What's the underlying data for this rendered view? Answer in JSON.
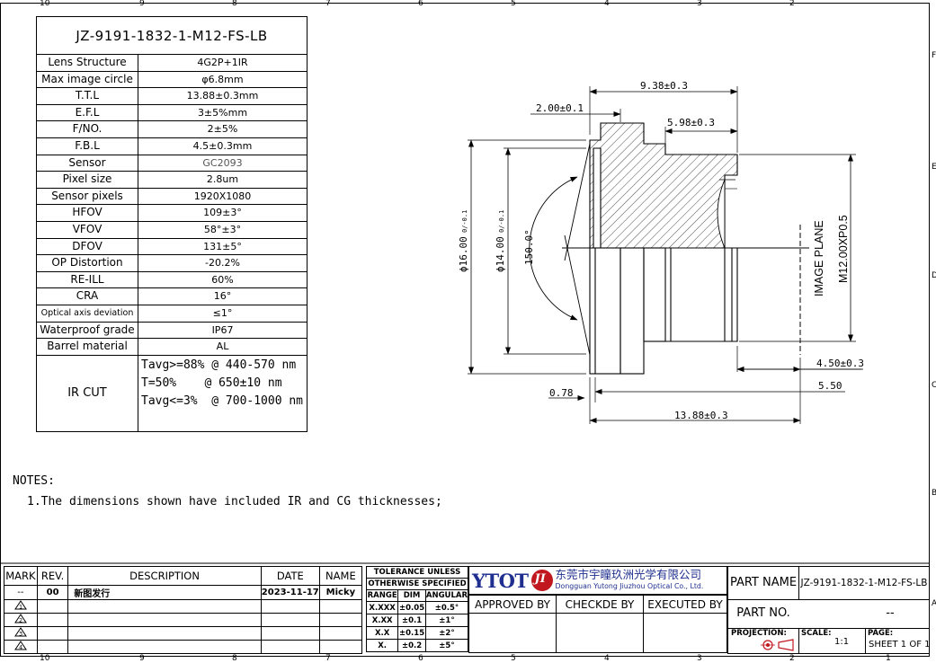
{
  "zone_numbers_top": [
    "10",
    "9",
    "8",
    "7",
    "6",
    "5",
    "4",
    "3",
    "2"
  ],
  "zone_numbers_bottom": [
    "10",
    "9",
    "8",
    "7",
    "6",
    "5",
    "4",
    "3",
    "2",
    "1"
  ],
  "zone_letters": [
    "F",
    "E",
    "D",
    "C",
    "B",
    "A"
  ],
  "spec": {
    "part_title": "JZ-9191-1832-1-M12-FS-LB",
    "rows": [
      {
        "k": "Lens Structure",
        "v": "4G2P+1IR"
      },
      {
        "k": "Max image circle",
        "v": "φ6.8mm"
      },
      {
        "k": "T.T.L",
        "v": "13.88±0.3mm"
      },
      {
        "k": "E.F.L",
        "v": "3±5%mm"
      },
      {
        "k": "F/NO.",
        "v": "2±5%"
      },
      {
        "k": "F.B.L",
        "v": "4.5±0.3mm"
      },
      {
        "k": "Sensor",
        "v": "GC2093"
      },
      {
        "k": "Pixel size",
        "v": "2.8um"
      },
      {
        "k": "Sensor pixels",
        "v": "1920X1080"
      },
      {
        "k": "HFOV",
        "v": "109±3°"
      },
      {
        "k": "VFOV",
        "v": "58°±3°"
      },
      {
        "k": "DFOV",
        "v": "131±5°"
      },
      {
        "k": "OP Distortion",
        "v": "-20.2%"
      },
      {
        "k": "RE-ILL",
        "v": "60%"
      },
      {
        "k": "CRA",
        "v": "16°"
      },
      {
        "k": "Optical axis deviation",
        "v": "≤1°"
      },
      {
        "k": "Waterproof grade",
        "v": "IP67"
      },
      {
        "k": "Barrel material",
        "v": "AL"
      }
    ],
    "ir_cut": {
      "label": "IR CUT",
      "lines": [
        "Tavg>=88% @ 440-570 nm",
        "T=50%    @ 650±10 nm",
        "Tavg<=3%  @ 700-1000 nm"
      ]
    }
  },
  "notes": {
    "title": "NOTES:",
    "items": [
      "1.The dimensions shown have included IR and CG thicknesses;"
    ]
  },
  "drawing": {
    "dims": {
      "d938": "9.38±0.3",
      "d200": "2.00±0.1",
      "d598": "5.98±0.3",
      "d450": "4.50±0.3",
      "d550": "5.50",
      "d078": "0.78",
      "d1388": "13.88±0.3",
      "dia16": "ϕ16.00",
      "dia16_tol": "0/-0.1",
      "dia14": "ϕ14.00",
      "dia14_tol": "0/-0.1",
      "angle": "150.0°",
      "image_plane": "IMAGE PLANE",
      "thread": "M12.00XP0.5"
    }
  },
  "revision_table": {
    "headers": [
      "MARK",
      "REV.",
      "DESCRIPTION",
      "DATE",
      "NAME"
    ],
    "rows": [
      {
        "mark": "--",
        "rev": "00",
        "desc": "新图发行",
        "date": "2023-11-17",
        "name": "Micky"
      },
      {
        "mark": "1",
        "rev": "",
        "desc": "",
        "date": "",
        "name": ""
      },
      {
        "mark": "2",
        "rev": "",
        "desc": "",
        "date": "",
        "name": ""
      },
      {
        "mark": "3",
        "rev": "",
        "desc": "",
        "date": "",
        "name": ""
      },
      {
        "mark": "4",
        "rev": "",
        "desc": "",
        "date": "",
        "name": ""
      }
    ]
  },
  "tolerance": {
    "title_line1": "TOLERANCE UNLESS",
    "title_line2": "OTHERWISE SPECIFIED",
    "headers": [
      "RANGE",
      "DIM",
      "ANGULAR"
    ],
    "rows": [
      [
        "X.XXX",
        "±0.05",
        "±0.5°"
      ],
      [
        "X.XX",
        "±0.1",
        "±1°"
      ],
      [
        "X.X",
        "±0.15",
        "±2°"
      ],
      [
        "X.",
        "±0.2",
        "±5°"
      ]
    ]
  },
  "company": {
    "logo": "YTOT",
    "mark": "JI",
    "name_cn": "东莞市宇瞳玖洲光学有限公司",
    "name_en": "Dongguan Yutong Jiuzhou Optical Co., Ltd."
  },
  "approvals": {
    "approved": "APPROVED BY",
    "checked": "CHECKDE BY",
    "executed": "EXECUTED BY"
  },
  "title_block": {
    "part_name_label": "PART NAME",
    "part_name_value": "JZ-9191-1832-1-M12-FS-LB",
    "part_no_label": "PART NO.",
    "part_no_value": "--",
    "projection_label": "PROJECTION:",
    "scale_label": "SCALE:",
    "scale_value": "1:1",
    "page_label": "PAGE:",
    "page_value": "SHEET 1 OF 1"
  }
}
